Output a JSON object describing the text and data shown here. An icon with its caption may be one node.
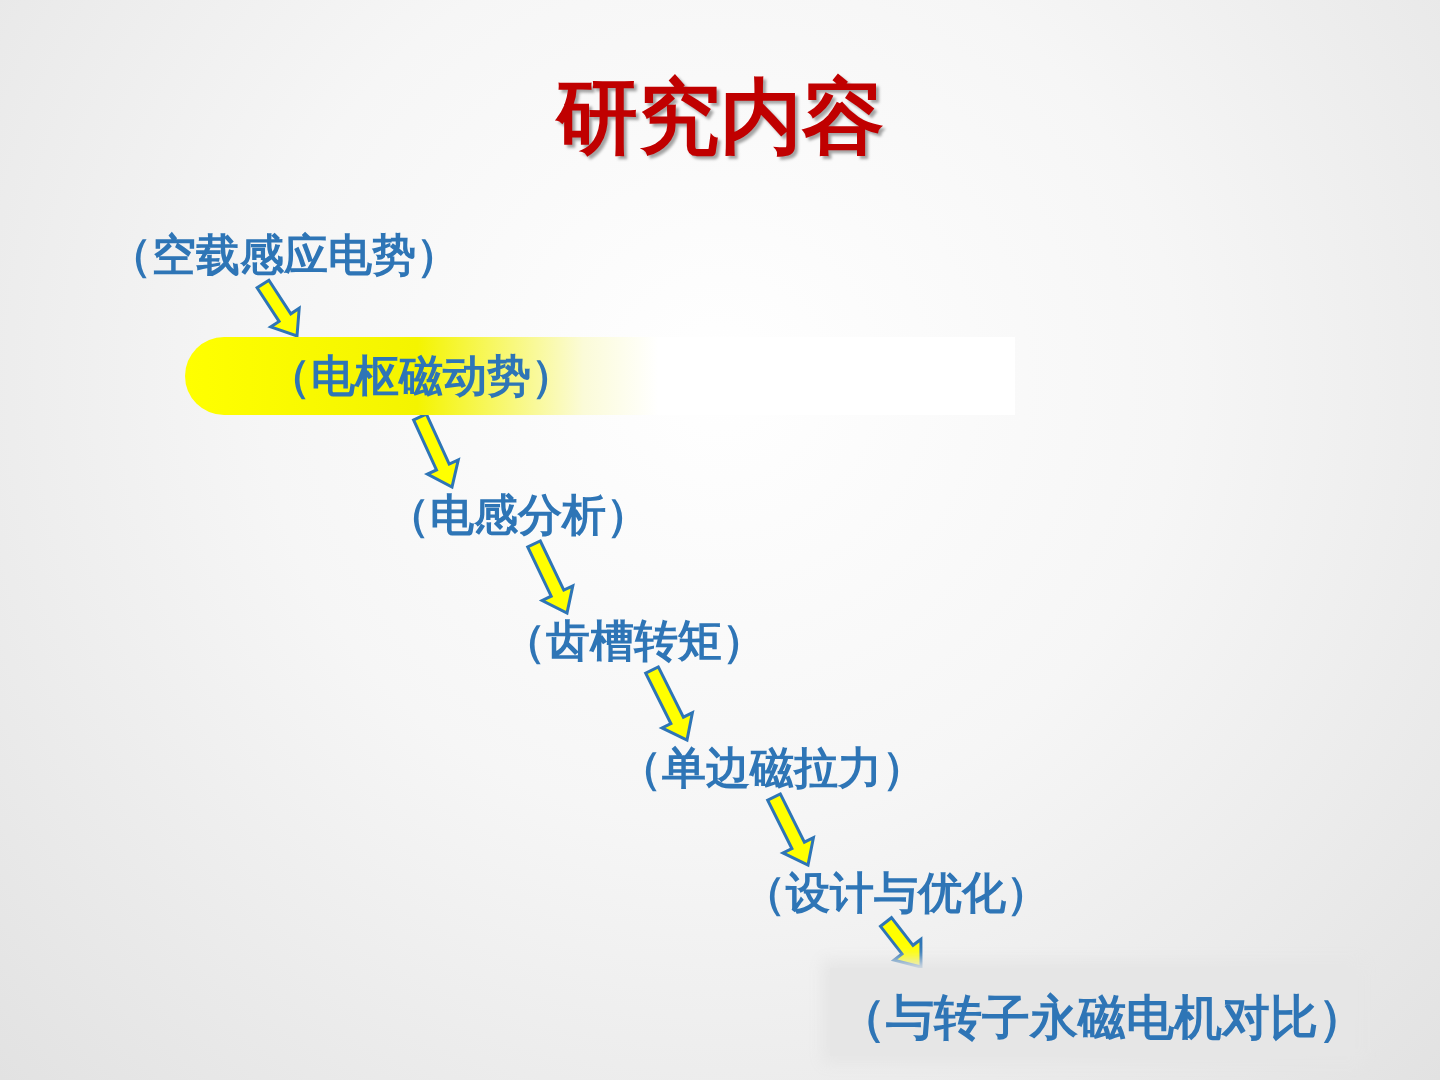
{
  "diagram": {
    "title": "研究内容",
    "nodes": [
      {
        "text": [
          "（空载感应电势）"
        ]
      },
      {
        "text": [
          "（电枢磁动势）"
        ]
      },
      {
        "text": [
          "（电感分析）"
        ]
      },
      {
        "text": [
          "（齿槽转矩）"
        ]
      },
      {
        "text": [
          "（单边磁拉力）"
        ]
      },
      {
        "text": [
          "（设计与优化）"
        ]
      },
      {
        "text": [
          "（与转子永磁电机对比）"
        ]
      }
    ],
    "edges": [
      {
        "from": 0,
        "to": 1,
        "arrow": "to"
      },
      {
        "from": 1,
        "to": 2,
        "arrow": "to"
      },
      {
        "from": 2,
        "to": 3,
        "arrow": "to"
      },
      {
        "from": 3,
        "to": 4,
        "arrow": "to"
      },
      {
        "from": 4,
        "to": 5,
        "arrow": "to"
      },
      {
        "from": 5,
        "to": 6,
        "arrow": "to"
      }
    ]
  }
}
